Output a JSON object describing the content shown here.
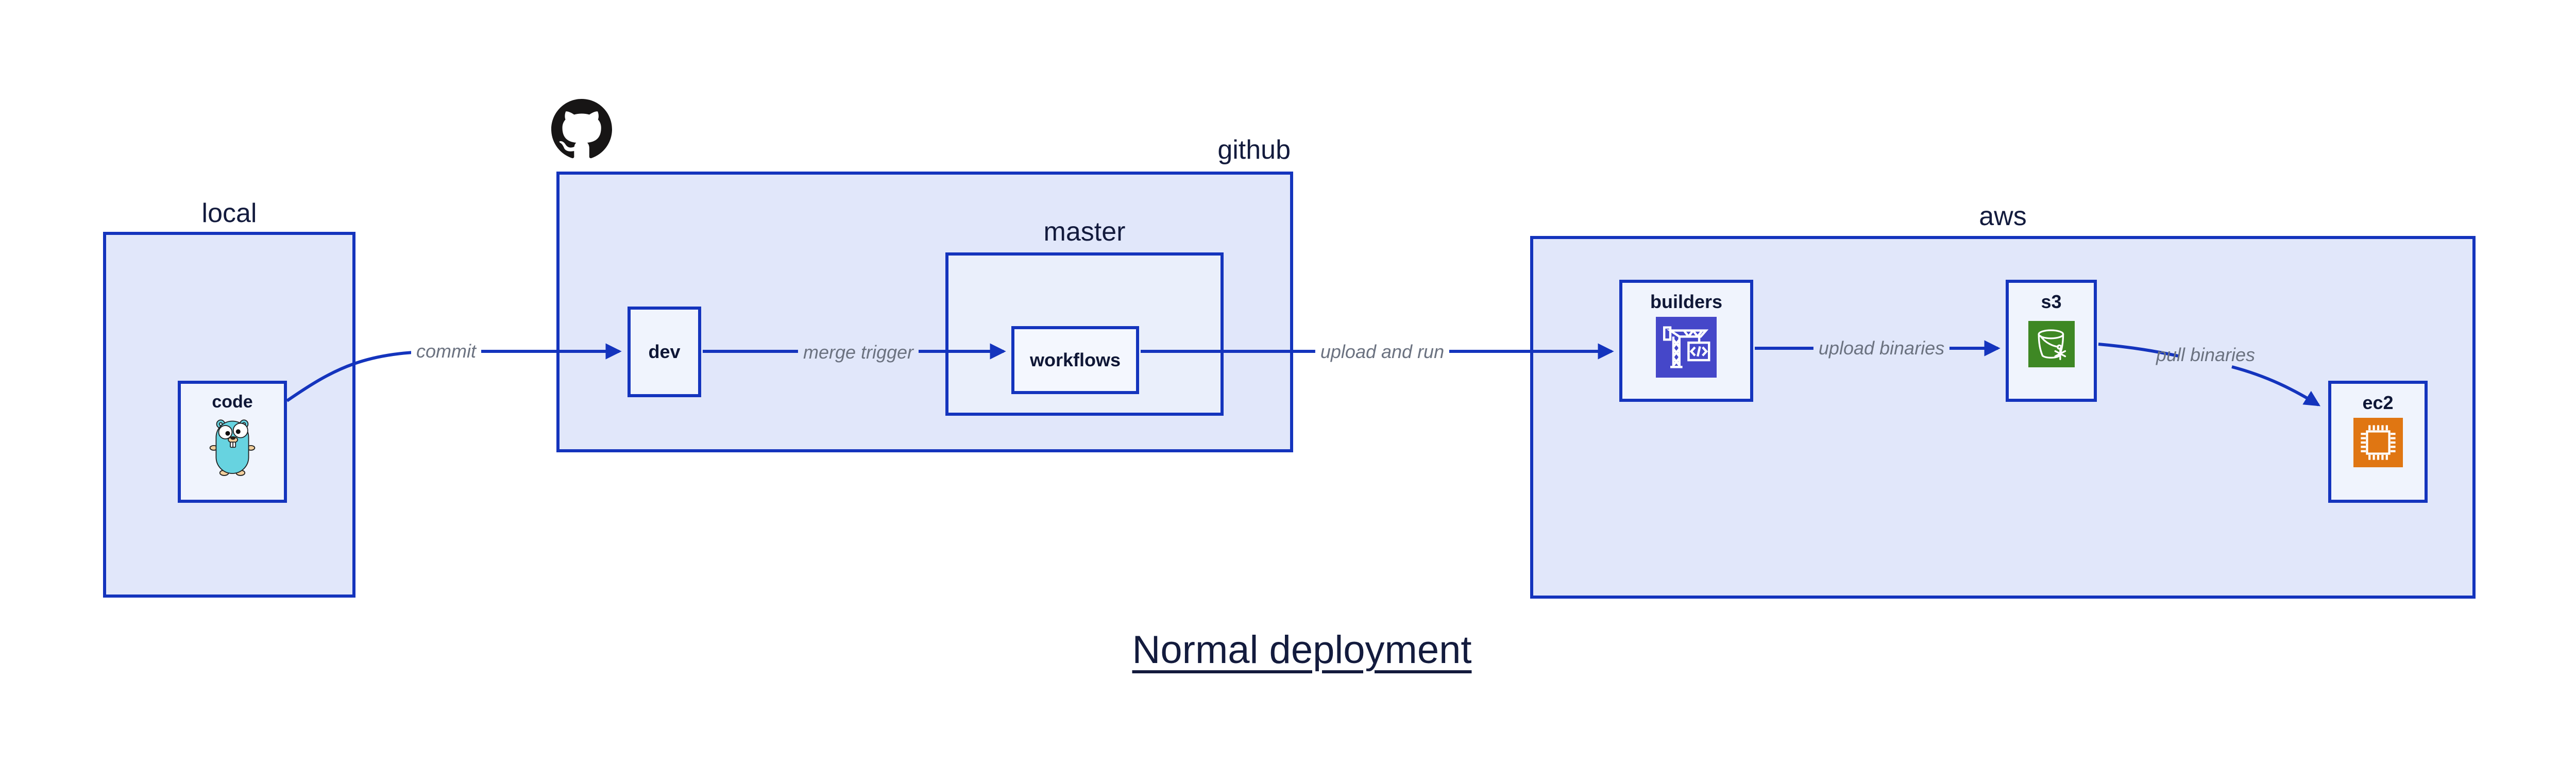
{
  "diagram": {
    "title": "Normal deployment",
    "containers": {
      "local": {
        "label": "local"
      },
      "github": {
        "label": "github",
        "icon": "github-octocat-icon"
      },
      "master": {
        "label": "master"
      },
      "aws": {
        "label": "aws"
      }
    },
    "nodes": {
      "code": {
        "label": "code",
        "icon": "go-gopher-icon"
      },
      "dev": {
        "label": "dev"
      },
      "workflows": {
        "label": "workflows"
      },
      "builders": {
        "label": "builders",
        "icon": "codebuild-crane-icon",
        "icon_color": "#4547c9"
      },
      "s3": {
        "label": "s3",
        "icon": "s3-glacier-bucket-icon",
        "icon_color": "#3e8824"
      },
      "ec2": {
        "label": "ec2",
        "icon": "ec2-chip-icon",
        "icon_color": "#e07612"
      }
    },
    "edges": {
      "commit": {
        "label": "commit"
      },
      "merge_trigger": {
        "label": "merge trigger"
      },
      "upload_and_run": {
        "label": "upload and run"
      },
      "upload_binaries": {
        "label": "upload binaries"
      },
      "pull_binaries": {
        "label": "pull binaries"
      }
    },
    "colors": {
      "line_blue": "#1434bd",
      "container_fill": "#e1e7fa",
      "inner_container_fill": "#eaeffb",
      "node_fill": "#f0f4fd",
      "label_navy": "#131b3d",
      "edge_label_gray": "#6b7280",
      "github_black": "#171515",
      "gopher_teal": "#67d3e0"
    }
  }
}
